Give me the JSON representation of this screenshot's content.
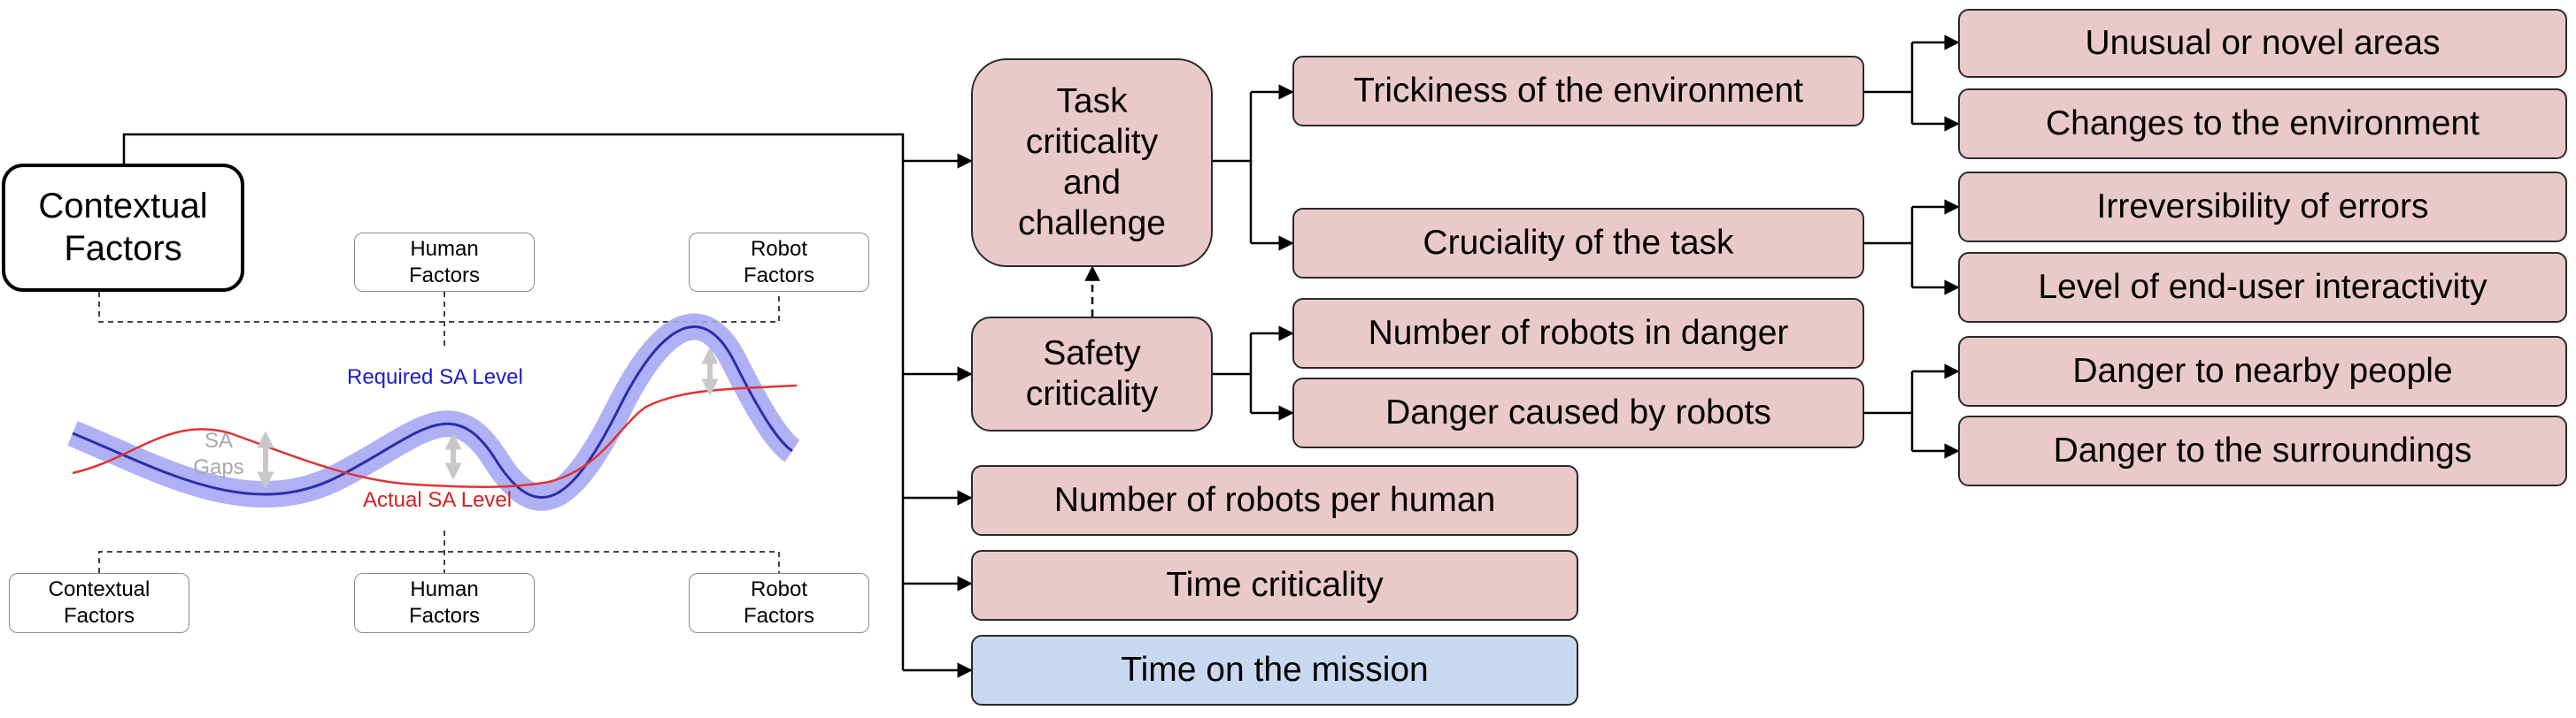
{
  "root": {
    "label": "Contextual Factors"
  },
  "level1": {
    "task": "Task criticality and challenge",
    "safety": "Safety criticality",
    "robots_per_human": "Number of robots per human",
    "time_criticality": "Time criticality",
    "time_on_mission": "Time on the mission"
  },
  "level2": {
    "trickiness": "Trickiness of the environment",
    "cruciality": "Cruciality of the task",
    "robots_in_danger": "Number of robots in danger",
    "danger_caused": "Danger caused by robots"
  },
  "level3": {
    "unusual": "Unusual or novel areas",
    "changes": "Changes to the environment",
    "irreversibility": "Irreversibility of errors",
    "interactivity": "Level of end-user interactivity",
    "nearby_people": "Danger to nearby people",
    "surroundings": "Danger to the surroundings"
  },
  "inset": {
    "top_human": "Human Factors",
    "top_robot": "Robot Factors",
    "required": "Required SA Level",
    "actual": "Actual SA Level",
    "gaps": "SA Gaps",
    "bottom_contextual": "Contextual Factors",
    "bottom_human": "Human Factors",
    "bottom_robot": "Robot Factors"
  },
  "colors": {
    "node_pink": "#eac9cb",
    "node_blue": "#c9d8f1",
    "required_curve": "#9a9cf0",
    "required_text": "#1c1ccc",
    "actual_curve": "#e03333",
    "actual_text": "#d42020",
    "gap_arrow": "#c8c8c8"
  }
}
